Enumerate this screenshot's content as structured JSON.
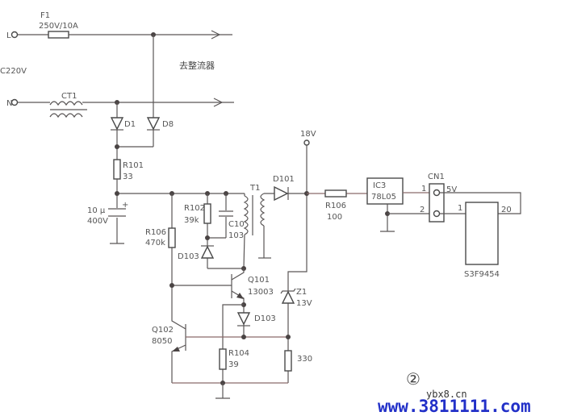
{
  "diagram": {
    "title_annotation": "去整流器",
    "mains": {
      "live": "L",
      "neutral": "N",
      "voltage": "C220V"
    },
    "fuse": {
      "ref": "F1",
      "value": "250V/10A"
    },
    "choke": {
      "ref": "CT1"
    },
    "diodes": [
      {
        "ref": "D1"
      },
      {
        "ref": "D8"
      },
      {
        "ref": "D103"
      },
      {
        "ref": "D101"
      },
      {
        "ref": "D103"
      }
    ],
    "resistors": [
      {
        "ref": "R101",
        "value": "33"
      },
      {
        "ref": "R106",
        "value": "470k"
      },
      {
        "ref": "R102",
        "value": "39k"
      },
      {
        "ref": "R106",
        "value": "100"
      },
      {
        "ref": "R104",
        "value": "39"
      },
      {
        "ref": "",
        "value": "330"
      }
    ],
    "capacitors": [
      {
        "ref": "10 μ",
        "value": "400V",
        "polarity": "+"
      },
      {
        "ref": "C10",
        "value": "103"
      }
    ],
    "transformer": {
      "ref": "T1"
    },
    "transistors": [
      {
        "ref": "Q101",
        "value": "13003"
      },
      {
        "ref": "Q102",
        "value": "8050"
      }
    ],
    "zener": {
      "ref": "Z1",
      "value": "13V"
    },
    "rail": {
      "label": "18V"
    },
    "regulator": {
      "ref": "IC3",
      "value": "78L05"
    },
    "connector": {
      "ref": "CN1",
      "pin1": "1",
      "pin2": "2",
      "label_5v": "5V"
    },
    "mcu": {
      "ref": "S3F9454",
      "pin1": "1",
      "pin20": "20"
    },
    "figure_number": "②",
    "watermark_small": "ybx8.cn",
    "watermark_large": "www.3811111.com"
  }
}
